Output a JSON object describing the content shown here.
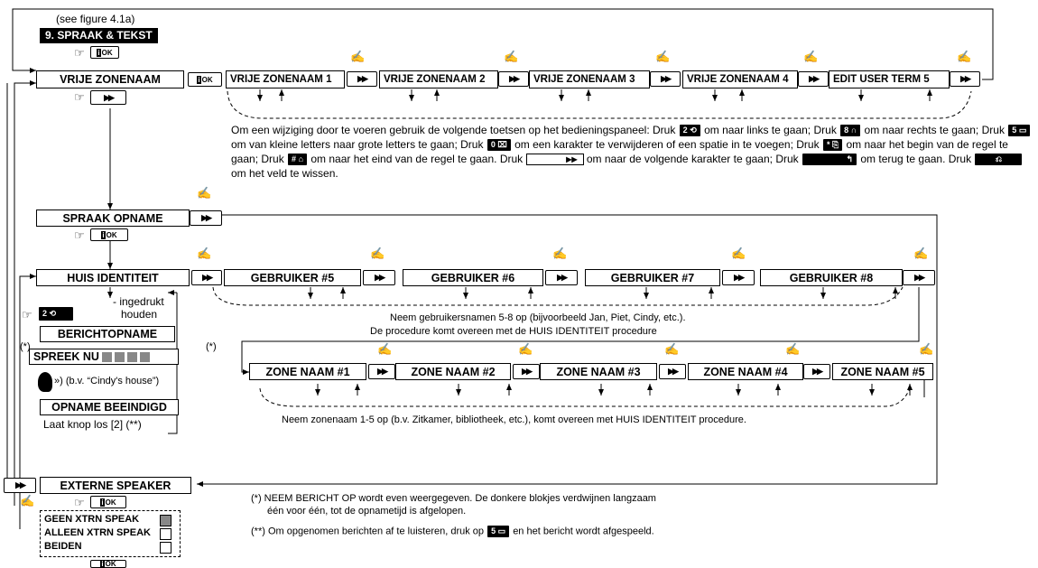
{
  "ref_note": "(see figure 4.1a)",
  "menu_title": "9. SPRAAK & TEKST",
  "ok_key": "OK",
  "next_key": "▶▶",
  "top_row": {
    "start": "VRIJE ZONENAAM",
    "items": [
      "VRIJE ZONENAAM 1",
      "VRIJE ZONENAAM 2",
      "VRIJE ZONENAAM 3",
      "VRIJE ZONENAAM 4",
      "EDIT USER TERM 5"
    ]
  },
  "edit_instructions": {
    "p1": "Om een wijziging door te voeren gebruik de volgende toetsen op het bedieningspaneel: Druk",
    "k1": "2",
    "p2": "om naar links te gaan; Druk",
    "k2": "8",
    "p3": "om naar rechts te gaan; Druk",
    "k3": "5",
    "p4": "om van kleine letters naar grote letters te gaan; Druk",
    "k4": "0",
    "p5": "om een karakter te verwijderen of een spatie in te voegen; Druk",
    "k5": "*",
    "p6": "om naar het begin van de regel te gaan; Druk",
    "k6": "#",
    "p7": "om naar het eind van de regel te gaan. Druk",
    "p8": "om naar de volgende karakter te gaan; Druk",
    "p9": "om terug te gaan. Druk",
    "p10": "om het veld te wissen."
  },
  "spraak_opname": "SPRAAK OPNAME",
  "huis_identiteit": "HUIS IDENTITEIT",
  "users": [
    "GEBRUIKER #5",
    "GEBRUIKER #6",
    "GEBRUIKER #7",
    "GEBRUIKER #8"
  ],
  "users_note_1": "Neem gebruikersnamen 5-8 op (bijvoorbeeld Jan, Piet, Cindy, etc.).",
  "users_note_2": "De procedure komt overeen met de HUIS IDENTITEIT procedure",
  "hold_note_1": "- ingedrukt",
  "hold_note_2": "houden",
  "key_two": "2",
  "recording": {
    "title": "BERICHTOPNAME",
    "speak_now": "SPREEK NU",
    "example": "(b.v. “Cindy's house”)",
    "ended": "OPNAME BEEINDIGD",
    "release": "Laat knop los  [2]  (**)",
    "star1": "(*)",
    "star2": "(*)"
  },
  "zones": [
    "ZONE NAAM #1",
    "ZONE NAAM #2",
    "ZONE NAAM #3",
    "ZONE NAAM #4",
    "ZONE NAAM #5"
  ],
  "zones_note": "Neem zonenaam 1-5 op (b.v. Zitkamer, bibliotheek, etc.), komt overeen met HUIS IDENTITEIT procedure.",
  "external": {
    "title": "EXTERNE SPEAKER",
    "options": [
      "GEEN  XTRN SPEAK",
      "ALLEEN XTRN SPEAK",
      "BEIDEN"
    ]
  },
  "footnote_1a": "(*)  NEEM BERICHT OP wordt even weergegeven. De donkere blokjes verdwijnen langzaam",
  "footnote_1b": "één voor één, tot de opnametijd is afgelopen.",
  "footnote_2a": "(**) Om opgenomen berichten af te luisteren, druk op",
  "footnote_2b": "en het bericht wordt afgespeeld.",
  "footnote_2_key": "5"
}
